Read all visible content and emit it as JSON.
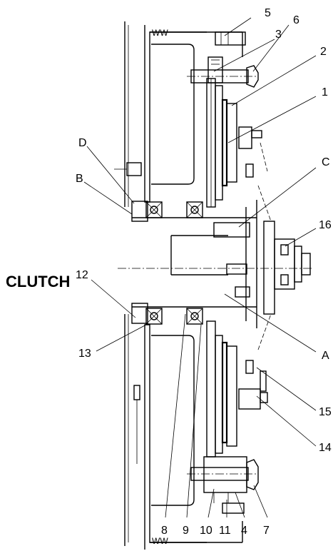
{
  "title": "CLUTCH",
  "callouts": {
    "c1": "1",
    "c2": "2",
    "c3": "3",
    "c4": "4",
    "c5": "5",
    "c6": "6",
    "c7": "7",
    "c8": "8",
    "c9": "9",
    "c10": "10",
    "c11": "11",
    "c12": "12",
    "c13": "13",
    "c14": "14",
    "c15": "15",
    "c16": "16",
    "cA": "A",
    "cB": "B",
    "cC": "C",
    "cD": "D"
  },
  "spring_marks": {
    "top": "WW",
    "bottom": "WW"
  }
}
